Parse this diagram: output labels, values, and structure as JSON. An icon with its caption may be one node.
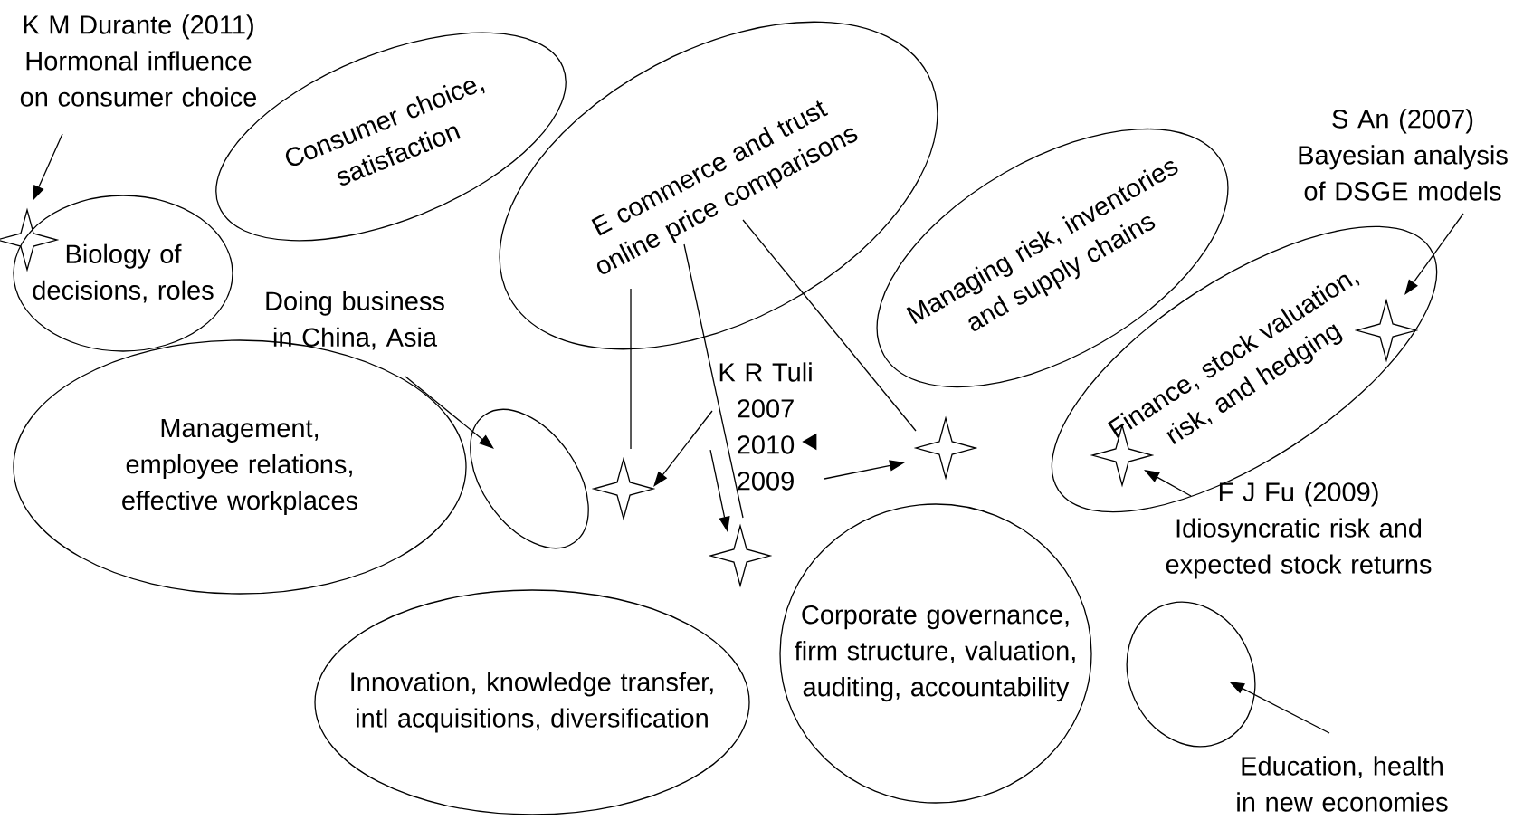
{
  "diagram": {
    "nodes": [
      {
        "text": [
          "K M Durante (2011) Hormonal influence on consumer choice"
        ]
      },
      {
        "text": [
          "Consumer choice, satisfaction"
        ]
      },
      {
        "text": [
          "E commerce and trust online price comparisons"
        ]
      },
      {
        "text": [
          "Biology of decisions, roles"
        ]
      },
      {
        "text": [],
        "shape": "star"
      },
      {
        "text": [
          "S An (2007) Bayesian analysis of DSGE models"
        ]
      },
      {
        "text": [
          "Managing risk, inventories and supply chains"
        ]
      },
      {
        "text": [
          "Doing business in China, Asia"
        ]
      },
      {
        "text": [
          "Finance, stock valuation, risk, and hedging"
        ]
      },
      {
        "text": [],
        "shape": "star",
        "in": 8
      },
      {
        "text": [
          "Management, employee relations, effective workplaces"
        ]
      },
      {
        "text": [],
        "shape": "ellipse"
      },
      {
        "text": [
          "K R Tuli 2007 2010 2009"
        ]
      },
      {
        "text": [],
        "shape": "star"
      },
      {
        "text": [],
        "shape": "star"
      },
      {
        "text": [],
        "shape": "star",
        "in": 8
      },
      {
        "text": [
          "F J Fu (2009) Idiosyncratic risk and expected stock returns"
        ]
      },
      {
        "text": [],
        "shape": "star"
      },
      {
        "text": [
          "Corporate governance, firm structure, valuation, auditing, accountability"
        ]
      },
      {
        "text": [
          "Innovation, knowledge transfer, intl acquisitions, diversification"
        ]
      },
      {
        "text": [],
        "shape": "ellipse"
      },
      {
        "text": [
          "Education, health in new economies"
        ]
      },
      {
        "text": [],
        "shape": "triangle"
      }
    ],
    "edges": [
      {
        "from": 0,
        "to": 4,
        "arrow": "to"
      },
      {
        "from": 7,
        "to": 11,
        "arrow": "to"
      },
      {
        "from": 2,
        "to": 13,
        "arrow": "none"
      },
      {
        "from": 2,
        "to": 17,
        "arrow": "none"
      },
      {
        "from": 2,
        "to": 14,
        "arrow": "none"
      },
      {
        "from": 12,
        "to": 13,
        "arrow": "to"
      },
      {
        "from": 12,
        "to": 17,
        "arrow": "to"
      },
      {
        "from": 12,
        "to": 14,
        "arrow": "to"
      },
      {
        "from": 5,
        "to": 9,
        "arrow": "to"
      },
      {
        "from": 16,
        "to": 15,
        "arrow": "to"
      },
      {
        "from": 21,
        "to": 20,
        "arrow": "to"
      }
    ]
  }
}
